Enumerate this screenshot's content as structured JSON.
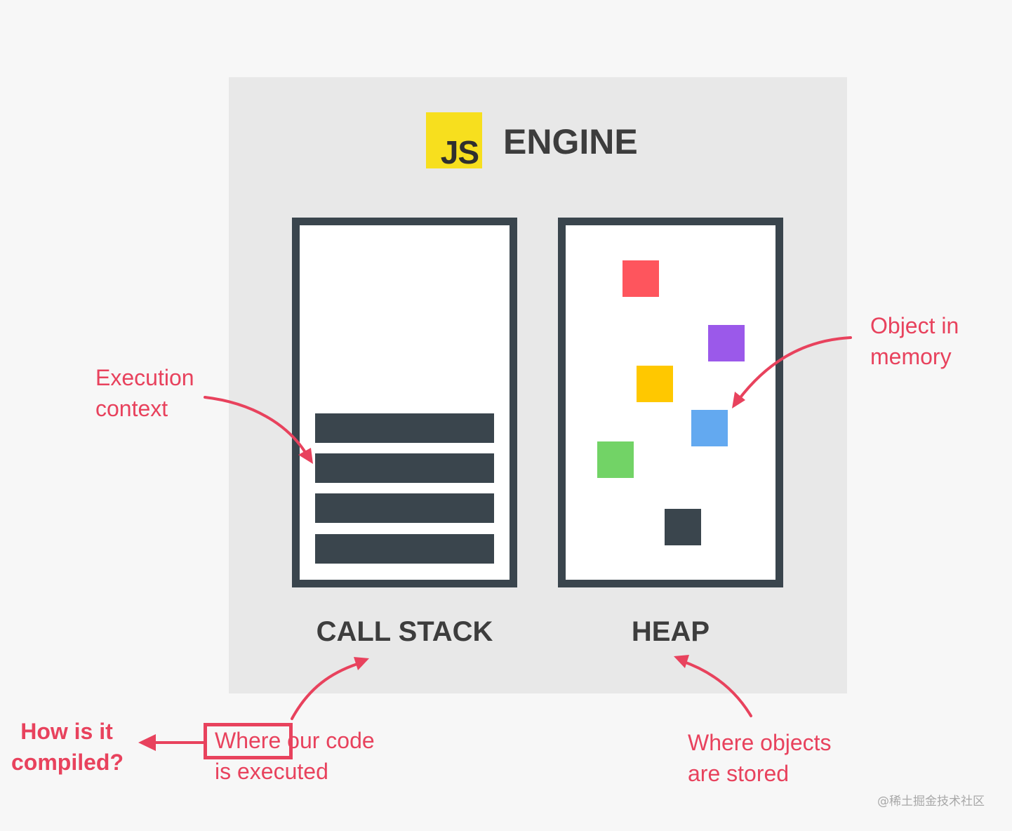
{
  "engine": {
    "logo_text": "JS",
    "title": "ENGINE"
  },
  "call_stack": {
    "label": "CALL STACK",
    "frame_color": "#3a454d"
  },
  "heap": {
    "label": "HEAP",
    "objects": [
      {
        "color": "#fe555d"
      },
      {
        "color": "#9b59ea"
      },
      {
        "color": "#ffc800"
      },
      {
        "color": "#63a9f0"
      },
      {
        "color": "#72d366"
      },
      {
        "color": "#3a454d"
      }
    ]
  },
  "annotations": {
    "execution_context": {
      "line1": "Execution",
      "line2": "context"
    },
    "object_in_memory": {
      "line1": "Object in",
      "line2": "memory"
    },
    "where_code_executed": {
      "line1": "Where our code",
      "line2": "is executed"
    },
    "where_objects_stored": {
      "line1": "Where objects",
      "line2": "are stored"
    },
    "how_compiled": {
      "line1": "How is it",
      "line2": "compiled?"
    },
    "accent_color": "#e8425d"
  },
  "watermark": "@稀土掘金技术社区"
}
